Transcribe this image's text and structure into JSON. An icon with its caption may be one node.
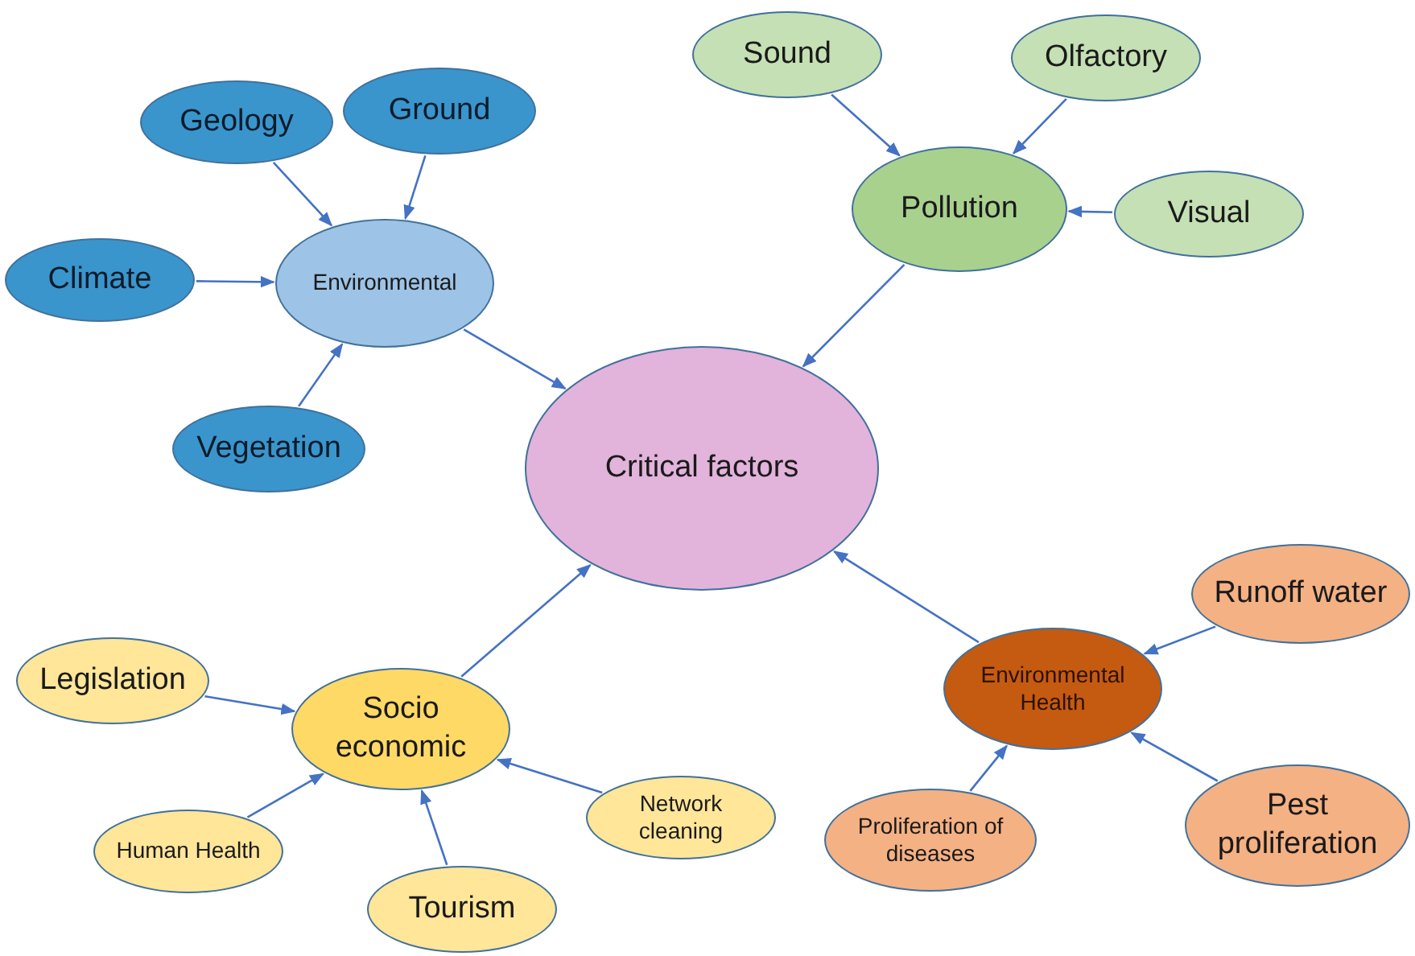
{
  "diagram": {
    "nodes": [
      {
        "text": [
          "Geology"
        ]
      },
      {
        "text": [
          "Ground"
        ]
      },
      {
        "text": [
          "Climate"
        ]
      },
      {
        "text": [
          "Environmental"
        ]
      },
      {
        "text": [
          "Vegetation"
        ]
      },
      {
        "text": [
          "Sound"
        ]
      },
      {
        "text": [
          "Olfactory"
        ]
      },
      {
        "text": [
          "Pollution"
        ]
      },
      {
        "text": [
          "Visual"
        ]
      },
      {
        "text": [
          "Critical factors"
        ]
      },
      {
        "text": [
          "Legislation"
        ]
      },
      {
        "text": [
          "Socio economic"
        ]
      },
      {
        "text": [
          "Human Health"
        ]
      },
      {
        "text": [
          "Network cleaning"
        ]
      },
      {
        "text": [
          "Tourism"
        ]
      },
      {
        "text": [
          "Environmental Health"
        ]
      },
      {
        "text": [
          "Runoff water"
        ]
      },
      {
        "text": [
          "Proliferation of diseases"
        ]
      },
      {
        "text": [
          "Pest proliferation"
        ]
      }
    ],
    "edges": [
      {
        "from": 0,
        "to": 3,
        "arrow": "to"
      },
      {
        "from": 1,
        "to": 3,
        "arrow": "to"
      },
      {
        "from": 2,
        "to": 3,
        "arrow": "to"
      },
      {
        "from": 4,
        "to": 3,
        "arrow": "to"
      },
      {
        "from": 3,
        "to": 9,
        "arrow": "to"
      },
      {
        "from": 5,
        "to": 7,
        "arrow": "to"
      },
      {
        "from": 6,
        "to": 7,
        "arrow": "to"
      },
      {
        "from": 8,
        "to": 7,
        "arrow": "to"
      },
      {
        "from": 7,
        "to": 9,
        "arrow": "to"
      },
      {
        "from": 10,
        "to": 11,
        "arrow": "to"
      },
      {
        "from": 12,
        "to": 11,
        "arrow": "to"
      },
      {
        "from": 14,
        "to": 11,
        "arrow": "to"
      },
      {
        "from": 13,
        "to": 11,
        "arrow": "to"
      },
      {
        "from": 11,
        "to": 9,
        "arrow": "to"
      },
      {
        "from": 16,
        "to": 15,
        "arrow": "to"
      },
      {
        "from": 17,
        "to": 15,
        "arrow": "to"
      },
      {
        "from": 18,
        "to": 15,
        "arrow": "to"
      },
      {
        "from": 15,
        "to": 9,
        "arrow": "to"
      }
    ]
  }
}
